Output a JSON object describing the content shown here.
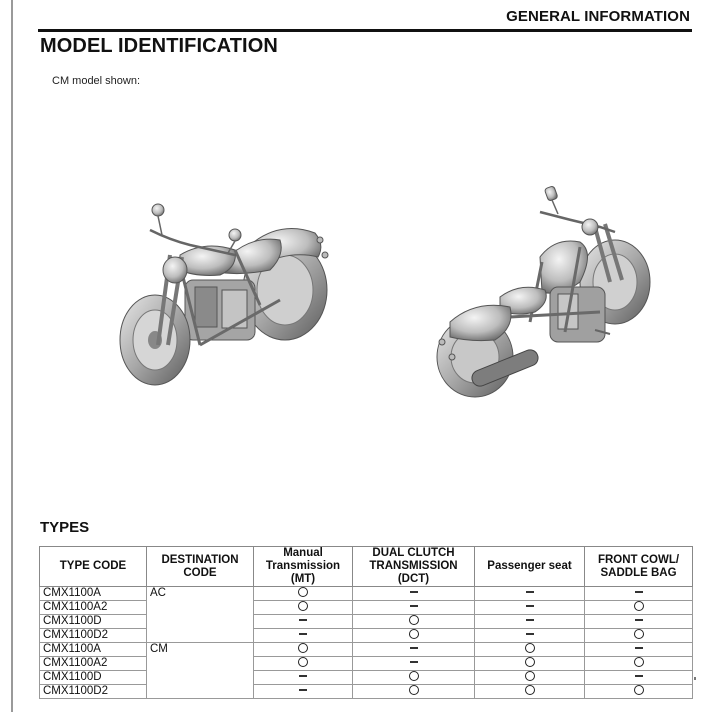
{
  "header": {
    "section": "GENERAL INFORMATION"
  },
  "page": {
    "title": "MODEL IDENTIFICATION",
    "caption": "CM model shown:",
    "figures": [
      {
        "id": "front-left-view",
        "description": "Motorcycle front-left three-quarter view"
      },
      {
        "id": "rear-right-view",
        "description": "Motorcycle rear-right three-quarter view"
      }
    ]
  },
  "types": {
    "title": "TYPES",
    "columns": [
      {
        "line1": "TYPE CODE",
        "line2": "",
        "line3": ""
      },
      {
        "line1": "DESTINATION",
        "line2": "CODE",
        "line3": ""
      },
      {
        "line1": "Manual",
        "line2": "Transmission",
        "line3": "(MT)"
      },
      {
        "line1": "DUAL CLUTCH",
        "line2": "TRANSMISSION",
        "line3": "(DCT)"
      },
      {
        "line1": "Passenger seat",
        "line2": "",
        "line3": ""
      },
      {
        "line1": "FRONT COWL/",
        "line2": "SADDLE BAG",
        "line3": ""
      }
    ],
    "legend": {
      "circle": "O",
      "dash": "–"
    },
    "groups": [
      {
        "destination": "AC",
        "rows": [
          {
            "type_code": "CMX1100A",
            "mt": "circle",
            "dct": "dash",
            "passenger_seat": "dash",
            "cowl_bag": "dash"
          },
          {
            "type_code": "CMX1100A2",
            "mt": "circle",
            "dct": "dash",
            "passenger_seat": "dash",
            "cowl_bag": "circle"
          },
          {
            "type_code": "CMX1100D",
            "mt": "dash",
            "dct": "circle",
            "passenger_seat": "dash",
            "cowl_bag": "dash"
          },
          {
            "type_code": "CMX1100D2",
            "mt": "dash",
            "dct": "circle",
            "passenger_seat": "dash",
            "cowl_bag": "circle"
          }
        ]
      },
      {
        "destination": "CM",
        "rows": [
          {
            "type_code": "CMX1100A",
            "mt": "circle",
            "dct": "dash",
            "passenger_seat": "circle",
            "cowl_bag": "dash"
          },
          {
            "type_code": "CMX1100A2",
            "mt": "circle",
            "dct": "dash",
            "passenger_seat": "circle",
            "cowl_bag": "circle"
          },
          {
            "type_code": "CMX1100D",
            "mt": "dash",
            "dct": "circle",
            "passenger_seat": "circle",
            "cowl_bag": "dash"
          },
          {
            "type_code": "CMX1100D2",
            "mt": "dash",
            "dct": "circle",
            "passenger_seat": "circle",
            "cowl_bag": "circle"
          }
        ]
      }
    ]
  }
}
